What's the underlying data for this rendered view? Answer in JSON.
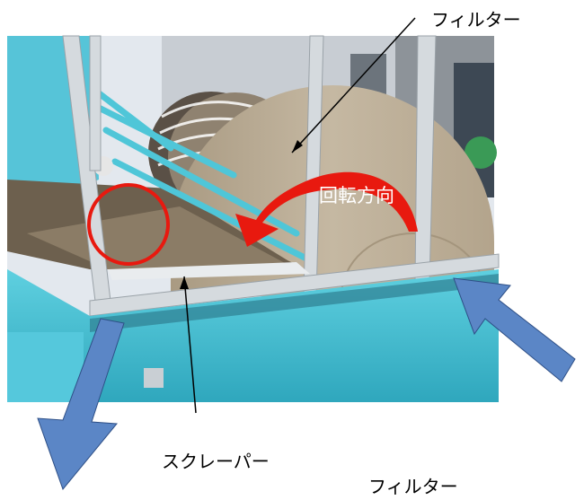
{
  "labels": {
    "filter_top": "フィルター",
    "rotation_direction": "回転方向",
    "scraper": "スクレーパー",
    "filter_bottom": "フィルター"
  },
  "colors": {
    "sky": "#dfe6ee",
    "teal_frame": "#52c4d6",
    "steel": "#c9cfd4",
    "filter_disc": "#b8aa94",
    "sludge": "#6f6250",
    "red_arrow": "#e8190f",
    "blue_arrow": "#5b86c6",
    "text": "#000000"
  },
  "icons": {
    "rotation_arrow": "curved-arrow-icon",
    "highlight_circle": "circle-marker-icon",
    "outflow_arrow": "down-left-arrow-icon",
    "inflow_arrow": "up-left-arrow-icon"
  }
}
